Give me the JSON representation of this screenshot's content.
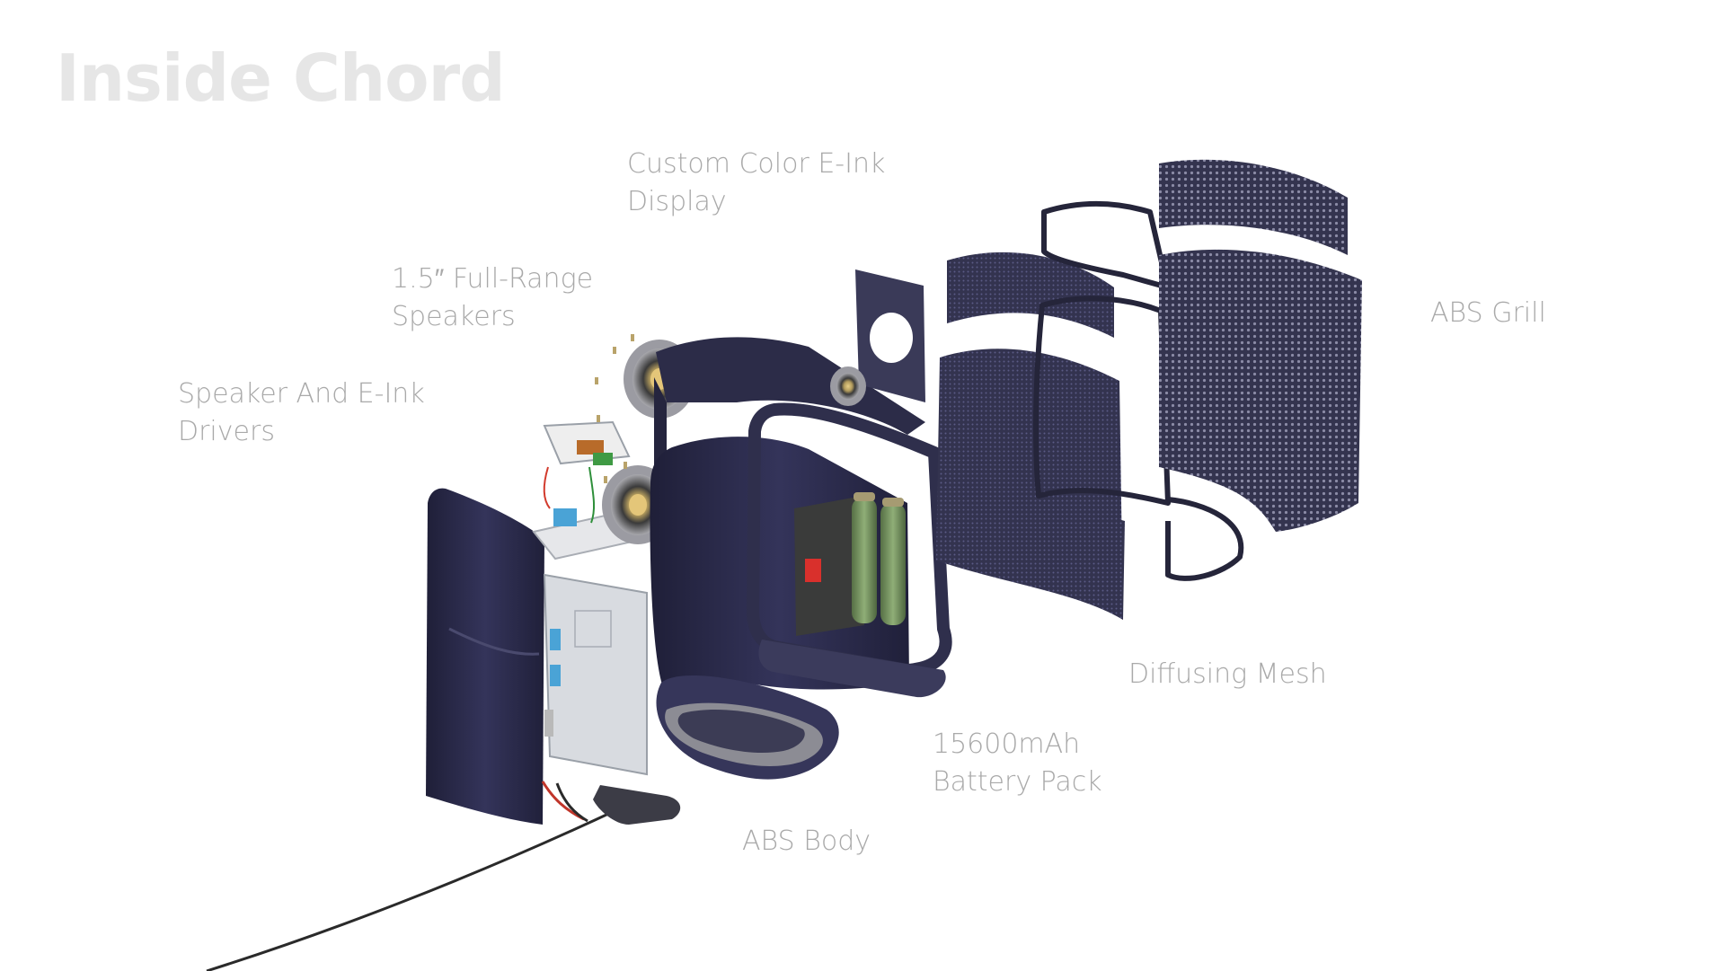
{
  "title": "Inside Chord",
  "labels": {
    "display": [
      "Custom Color E-Ink",
      "Display"
    ],
    "speakers": [
      "1.5″ Full-Range",
      "Speakers"
    ],
    "drivers": [
      "Speaker And E-Ink",
      "Drivers"
    ],
    "grill": [
      "ABS Grill"
    ],
    "mesh": [
      "Diffusing Mesh"
    ],
    "battery": [
      "15600mAh",
      "Battery Pack"
    ],
    "body": [
      "ABS Body"
    ]
  },
  "colors": {
    "body_navy": "#2b2b48",
    "label_gray": "#a9a9a9",
    "title_gray": "#e6e6e6",
    "battery_green": "#6f8a5a",
    "switch_red": "#d9302c"
  }
}
